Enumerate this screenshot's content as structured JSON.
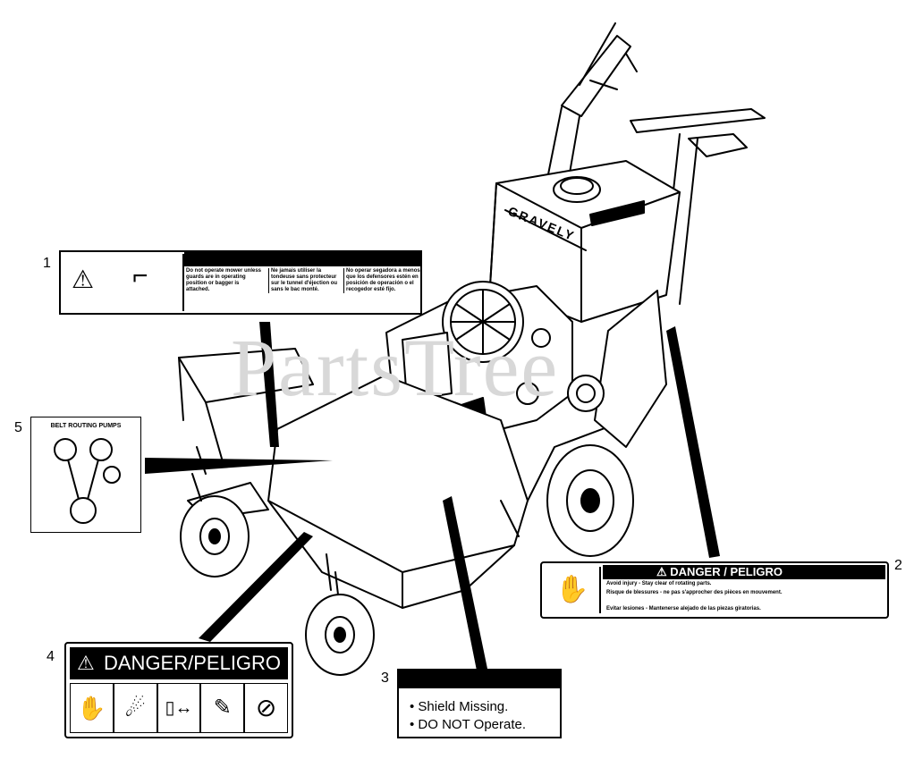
{
  "watermark": "PartsTree",
  "callouts": [
    "1",
    "2",
    "3",
    "4",
    "5"
  ],
  "brand": "GRAVELY",
  "decal1": {
    "col1": "Do not operate mower unless guards are in operating position or bagger is attached.",
    "col2": "Ne jamais utiliser la tondeuse sans protecteur sur le tunnel d'éjection ou sans le bac monté.",
    "col3": "No operar segadora a menos que los defensores estén en posición de operación o el recogedor esté fijo."
  },
  "decal2": {
    "header": "DANGER / PELIGRO",
    "lines": [
      "Avoid injury - Stay clear of rotating parts.",
      "Risque de blessures - ne pas s'approcher des pièces en mouvement.",
      "Evitar lesiones - Mantenerse alejado de las piezas giratorias."
    ]
  },
  "decal3": {
    "lines": [
      "Shield Missing.",
      "DO NOT Operate."
    ]
  },
  "decal4": {
    "header": "DANGER/PELIGRO"
  },
  "decal5": {
    "title": "BELT ROUTING PUMPS"
  }
}
